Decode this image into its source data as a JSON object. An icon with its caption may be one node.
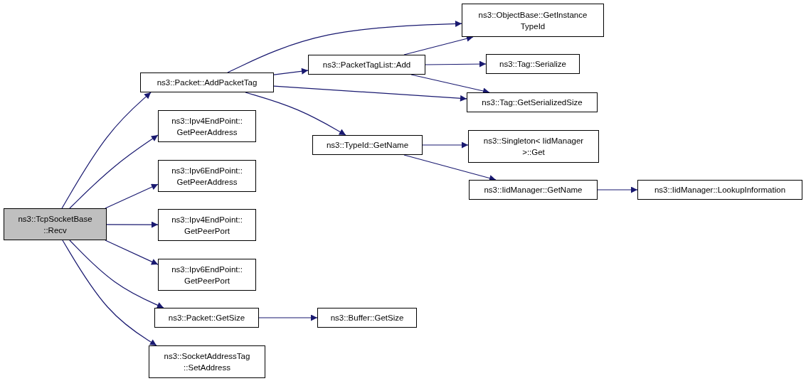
{
  "diagram": {
    "nodes": [
      {
        "text": [
          "ns3::TcpSocketBase ::Recv"
        ]
      },
      {
        "text": [
          "ns3::Packet::AddPacketTag"
        ]
      },
      {
        "text": [
          "ns3::Ipv4EndPoint:: GetPeerAddress"
        ]
      },
      {
        "text": [
          "ns3::Ipv6EndPoint:: GetPeerAddress"
        ]
      },
      {
        "text": [
          "ns3::Ipv4EndPoint:: GetPeerPort"
        ]
      },
      {
        "text": [
          "ns3::Ipv6EndPoint:: GetPeerPort"
        ]
      },
      {
        "text": [
          "ns3::Packet::GetSize"
        ]
      },
      {
        "text": [
          "ns3::SocketAddressTag ::SetAddress"
        ]
      },
      {
        "text": [
          "ns3::PacketTagList::Add"
        ]
      },
      {
        "text": [
          "ns3::TypeId::GetName"
        ]
      },
      {
        "text": [
          "ns3::Buffer::GetSize"
        ]
      },
      {
        "text": [
          "ns3::ObjectBase::GetInstance TypeId"
        ]
      },
      {
        "text": [
          "ns3::Tag::Serialize"
        ]
      },
      {
        "text": [
          "ns3::Tag::GetSerializedSize"
        ]
      },
      {
        "text": [
          "ns3::Singleton< IidManager >::Get"
        ]
      },
      {
        "text": [
          "ns3::IidManager::GetName"
        ]
      },
      {
        "text": [
          "ns3::IidManager::LookupInformation"
        ]
      }
    ],
    "edges": [
      {
        "from": 0,
        "to": 1,
        "arrow": "to"
      },
      {
        "from": 0,
        "to": 2,
        "arrow": "to"
      },
      {
        "from": 0,
        "to": 3,
        "arrow": "to"
      },
      {
        "from": 0,
        "to": 4,
        "arrow": "to"
      },
      {
        "from": 0,
        "to": 5,
        "arrow": "to"
      },
      {
        "from": 0,
        "to": 6,
        "arrow": "to"
      },
      {
        "from": 0,
        "to": 7,
        "arrow": "to"
      },
      {
        "from": 1,
        "to": 11,
        "arrow": "to"
      },
      {
        "from": 1,
        "to": 8,
        "arrow": "to"
      },
      {
        "from": 1,
        "to": 13,
        "arrow": "to"
      },
      {
        "from": 1,
        "to": 9,
        "arrow": "to"
      },
      {
        "from": 8,
        "to": 11,
        "arrow": "to"
      },
      {
        "from": 8,
        "to": 12,
        "arrow": "to"
      },
      {
        "from": 8,
        "to": 13,
        "arrow": "to"
      },
      {
        "from": 9,
        "to": 14,
        "arrow": "to"
      },
      {
        "from": 9,
        "to": 15,
        "arrow": "to"
      },
      {
        "from": 15,
        "to": 16,
        "arrow": "to"
      },
      {
        "from": 6,
        "to": 10,
        "arrow": "to"
      }
    ]
  }
}
